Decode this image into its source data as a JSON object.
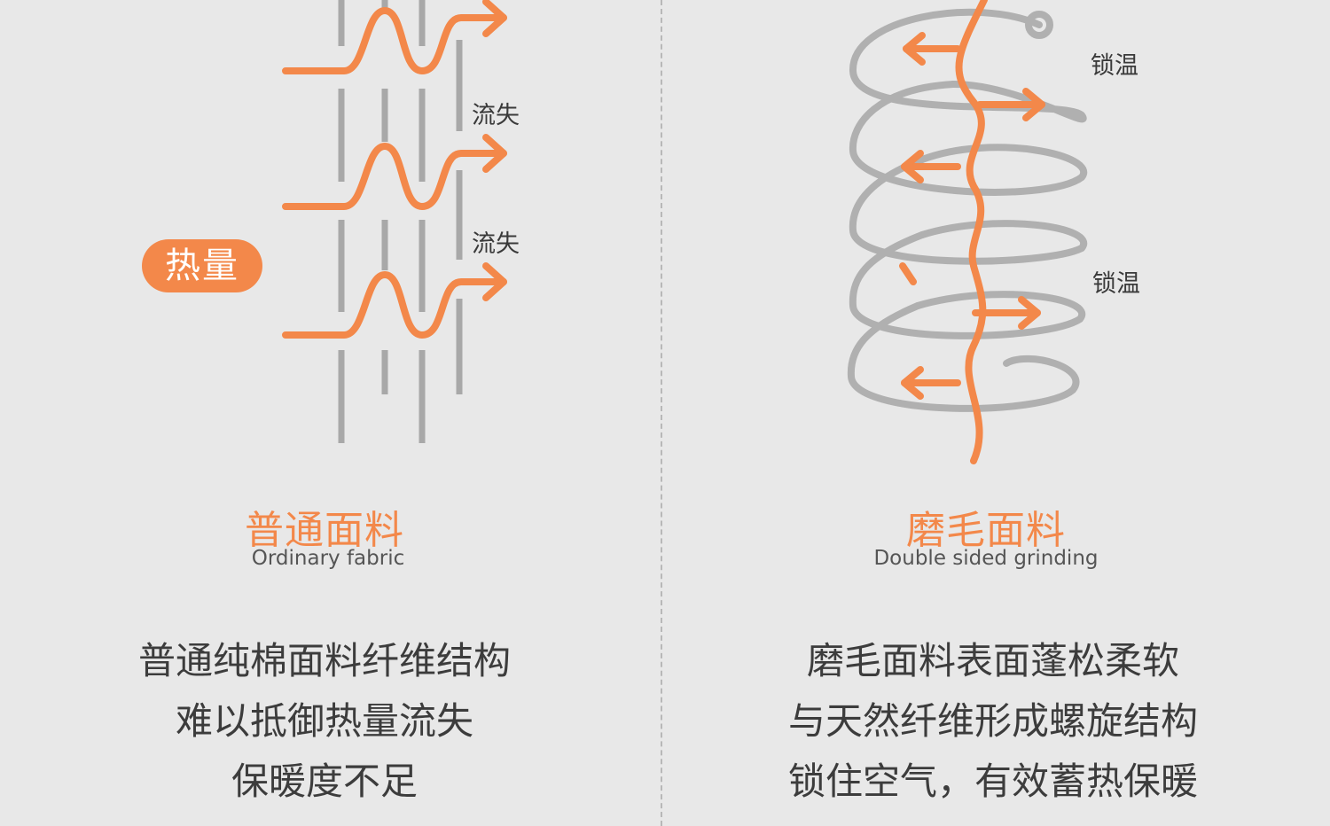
{
  "colors": {
    "accent": "#f3884a",
    "fiber": "#a8a8a8",
    "text": "#3c3c3c",
    "background": "#e8e8e8"
  },
  "left_panel": {
    "badge": "热量",
    "loss_labels": [
      "流失",
      "流失"
    ],
    "title": "普通面料",
    "subtitle": "Ordinary fabric",
    "description": [
      "普通纯棉面料纤维结构",
      "难以抵御热量流失",
      "保暖度不足"
    ]
  },
  "right_panel": {
    "lock_labels": [
      "锁温",
      "锁温"
    ],
    "title": "磨毛面料",
    "subtitle": "Double sided grinding",
    "description": [
      "磨毛面料表面蓬松柔软",
      "与天然纤维形成螺旋结构",
      "锁住空气，有效蓄热保暖"
    ]
  }
}
